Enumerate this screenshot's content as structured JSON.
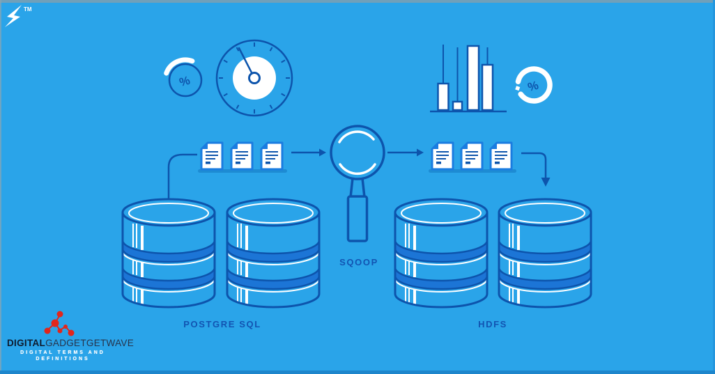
{
  "colors": {
    "background": "#2AA4E9",
    "outline_navy": "#0D54AC",
    "band_blue": "#1C75D6",
    "doc_border": "#1A7CE0",
    "doc_shadow": "#1D8BD3",
    "icon_white": "#FFFFFF",
    "label_text": "#1254B2",
    "edge_top": "#7CA0B1",
    "edge_bottom": "#1E86CC",
    "edge_right": "#2496DD",
    "edge_left": "#8AA5B2",
    "logo_red": "#E2261C",
    "logo_text_bold": "#0E1B2E",
    "logo_text_light": "#26334B",
    "tagline_text": "#FFFFFF"
  },
  "brand": {
    "trademark": "TM"
  },
  "icons": {
    "percent_symbol": "%",
    "list": [
      "brand-bolt-icon",
      "percent-progress-icon",
      "gauge-icon",
      "candlestick-chart-icon",
      "percent-ring-icon",
      "document-icon",
      "arrow-right-icon",
      "sqoop-magnifier-icon",
      "arrow-down-icon",
      "database-cylinder-icon",
      "molecule-icon"
    ]
  },
  "flow": {
    "source_db_label": "POSTGRE SQL",
    "transfer_tool_label": "SQOOP",
    "target_db_label": "HDFS"
  },
  "footer": {
    "brand_bold": "DIGITAL",
    "brand_rest": "GADGETGETWAVE",
    "tagline_line1": "DIGITAL TERMS AND",
    "tagline_line2": "DEFINITIONS"
  }
}
